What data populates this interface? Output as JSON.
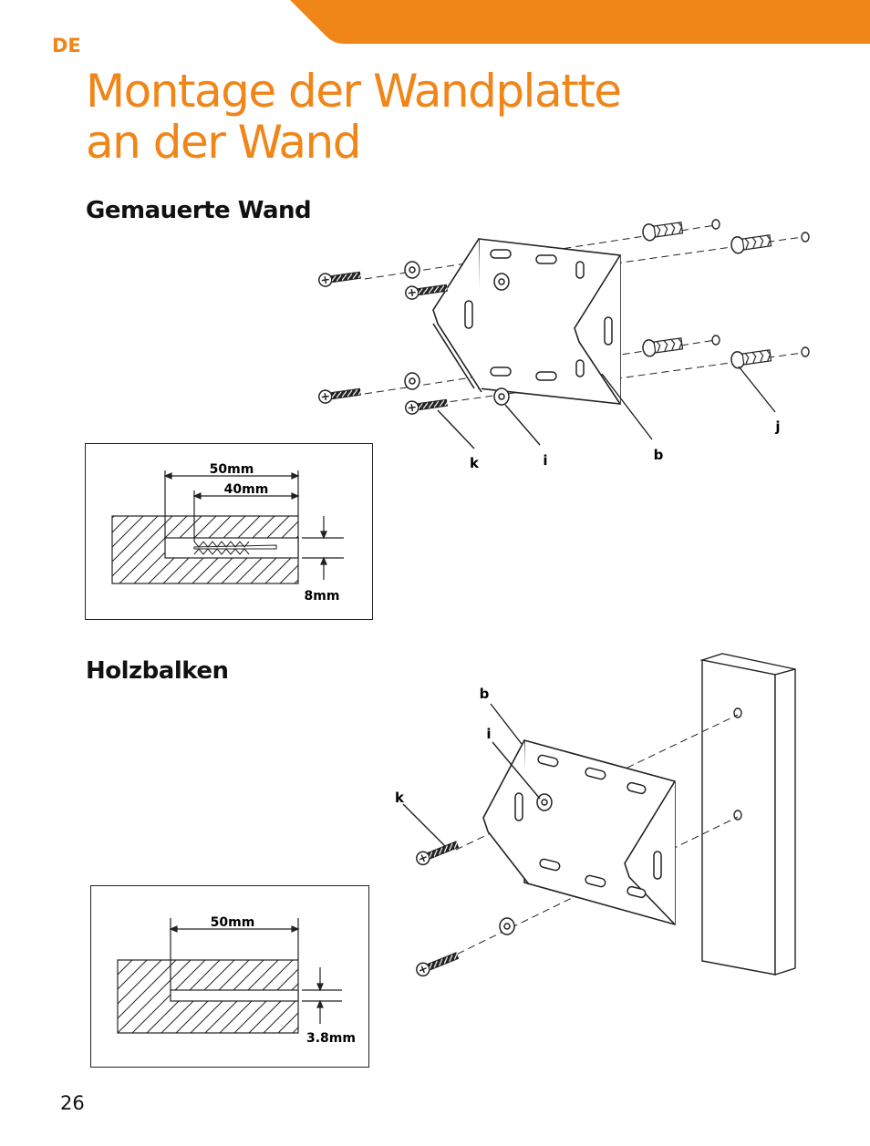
{
  "header": {
    "language": "DE",
    "title_line1": "Montage der Wandplatte",
    "title_line2": "an der Wand"
  },
  "sections": [
    {
      "heading": "Gemauerte Wand",
      "labels": [
        "k",
        "i",
        "b",
        "j"
      ],
      "detail": {
        "depth_outer": "50mm",
        "depth_inner": "40mm",
        "diameter": "8mm"
      }
    },
    {
      "heading": "Holzbalken",
      "labels": [
        "b",
        "i",
        "k"
      ],
      "detail": {
        "depth": "50mm",
        "diameter": "3.8mm"
      }
    }
  ],
  "footer": {
    "page_number": "26"
  },
  "colors": {
    "accent": "#f08518",
    "text": "#111111"
  }
}
